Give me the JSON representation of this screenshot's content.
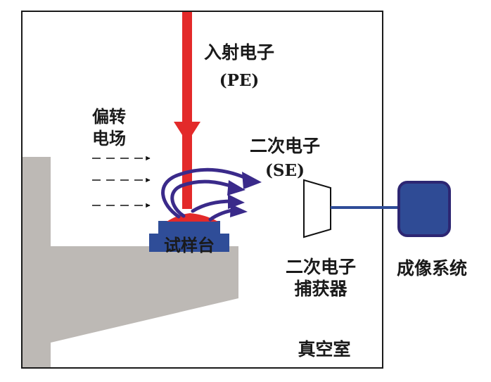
{
  "labels": {
    "incident_line1": "入射电子",
    "incident_line2": "(PE)",
    "deflect_line1": "偏转",
    "deflect_line2": "电场",
    "secondary_line1": "二次电子",
    "secondary_line2": "(SE)",
    "stage": "试样台",
    "detector_line1": "二次电子",
    "detector_line2": "捕获器",
    "imaging": "成像系统",
    "chamber": "真空室"
  },
  "colors": {
    "beam": "#e32a2a",
    "electron_arrow": "#3a2a8a",
    "stage": "#2f4d98",
    "stage_holder": "#bdb9b5",
    "imaging_fill": "#2f4b95",
    "imaging_border": "#2d2672",
    "connector": "#2f4d98"
  }
}
